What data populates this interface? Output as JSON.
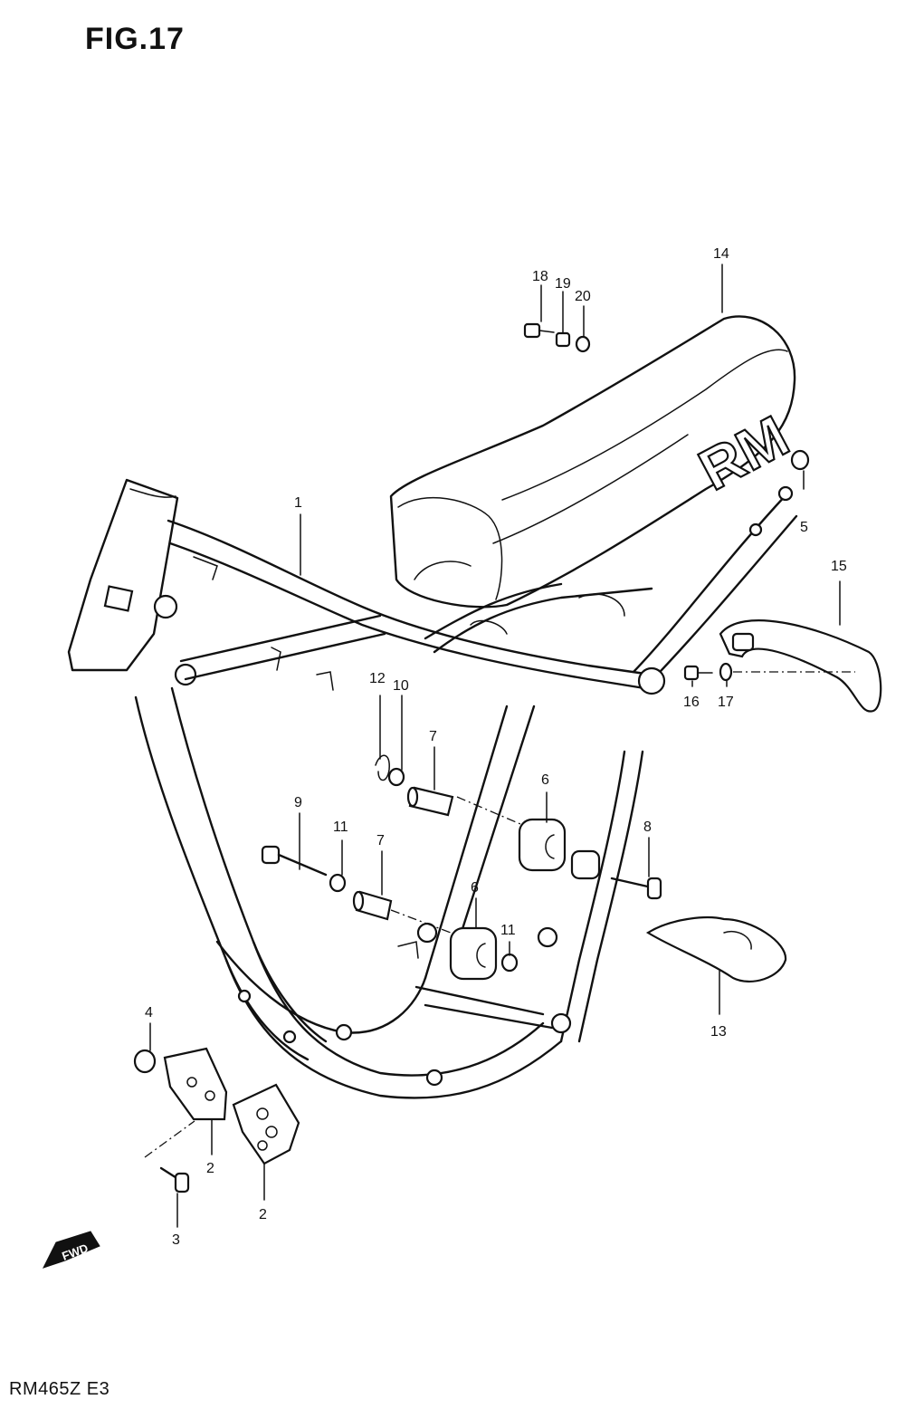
{
  "figure": {
    "title": "FIG.17",
    "model_code": "RM465Z  E3",
    "seat_logo": "RM",
    "fwd_label": "FWD"
  },
  "callouts": [
    "1",
    "2",
    "2",
    "3",
    "4",
    "5",
    "6",
    "6",
    "7",
    "7",
    "8",
    "9",
    "10",
    "11",
    "11",
    "12",
    "13",
    "14",
    "15",
    "16",
    "17",
    "18",
    "19",
    "20"
  ]
}
